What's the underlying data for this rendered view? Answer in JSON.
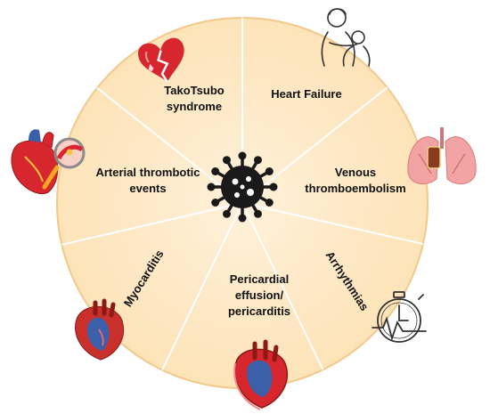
{
  "colors": {
    "wheel_fill": "#fde7c2",
    "wheel_border": "#f1c98a",
    "divider": "#ffffff",
    "virus": "#1a1a1a",
    "heart_red": "#d8262e",
    "heart_blue": "#3b5fa8",
    "lung_pink": "#f2a3a3"
  },
  "center": {
    "icon": "coronavirus-icon"
  },
  "segments": [
    {
      "id": "takotsubo",
      "lines": [
        "TakoTsubo",
        "syndrome"
      ],
      "icon": "broken-heart-icon"
    },
    {
      "id": "heart-failure",
      "lines": [
        "Heart Failure"
      ],
      "icon": "caregiver-elderly-icon"
    },
    {
      "id": "venous-thromboembolism",
      "lines": [
        "Venous",
        "thromboembolism"
      ],
      "icon": "lungs-icon"
    },
    {
      "id": "arrhythmias",
      "lines": [
        "Arrhythmias"
      ],
      "icon": "stopwatch-heartbeat-icon"
    },
    {
      "id": "pericardial",
      "lines": [
        "Pericardial",
        "effusion/",
        "pericarditis"
      ],
      "icon": "pericardium-heart-icon"
    },
    {
      "id": "myocarditis",
      "lines": [
        "Myocarditis"
      ],
      "icon": "myocardium-heart-icon"
    },
    {
      "id": "arterial-thrombotic",
      "lines": [
        "Arterial thrombotic",
        "events"
      ],
      "icon": "heart-artery-clot-icon"
    }
  ]
}
